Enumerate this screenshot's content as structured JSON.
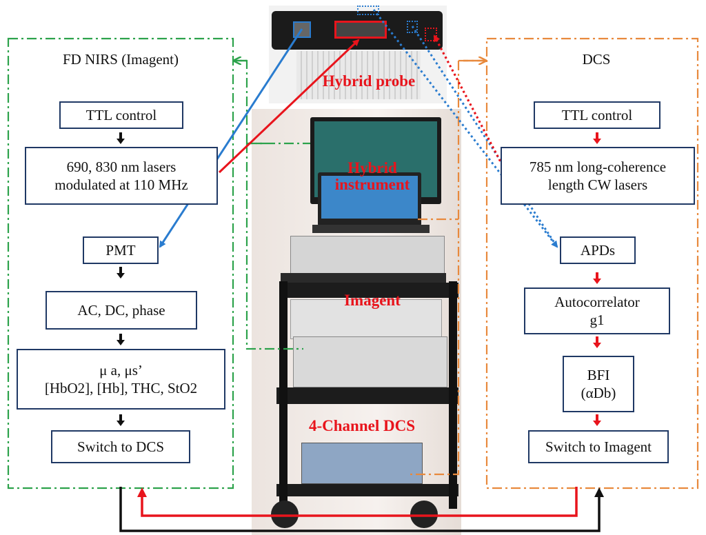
{
  "colors": {
    "box_border": "#1f3864",
    "fd_panel": "#2ca24b",
    "dcs_panel": "#e8893c",
    "red_arrow": "#e8141c",
    "blue_arrow": "#2a7ccf",
    "black_arrow": "#111111"
  },
  "fd": {
    "title": "FD NIRS (Imagent)",
    "box1": "TTL control",
    "box2_l1": "690, 830 nm lasers",
    "box2_l2": "modulated at 110 MHz",
    "box3": "PMT",
    "box4": "AC, DC, phase",
    "box5_l1": "μ a, μs’",
    "box5_l2": "[HbO2], [Hb], THC, StO2",
    "box6": "Switch to DCS"
  },
  "dcs": {
    "title": "DCS",
    "box1": "TTL control",
    "box2_l1": "785 nm long-coherence",
    "box2_l2": "length CW lasers",
    "box3": "APDs",
    "box4_l1": "Autocorrelator",
    "box4_l2": "g1",
    "box5_l1": "BFI",
    "box5_l2": "(αDb)",
    "box6": "Switch to Imagent"
  },
  "photo_labels": {
    "probe": "Hybrid probe",
    "instrument_l1": "Hybrid",
    "instrument_l2": "instrument",
    "imagent": "Imagent",
    "dcs": "4-Channel DCS"
  }
}
